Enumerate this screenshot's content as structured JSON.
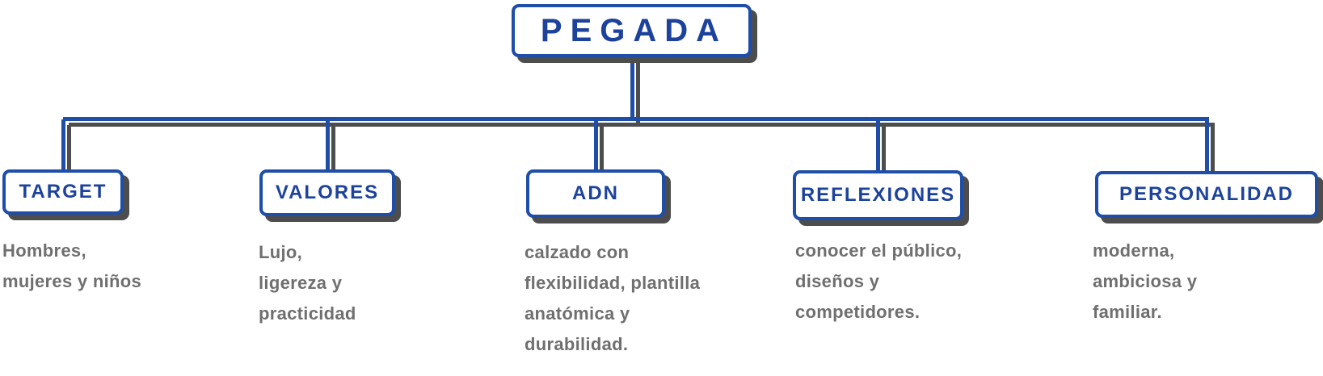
{
  "root": {
    "label": "PEGADA"
  },
  "nodes": [
    {
      "label": "TARGET",
      "description": "Hombres,\nmujeres y niños"
    },
    {
      "label": "VALORES",
      "description": "Lujo,\nligereza y\npracticidad"
    },
    {
      "label": "ADN",
      "description": "calzado con\nflexibilidad, plantilla\nanatómica y\ndurabilidad."
    },
    {
      "label": "REFLEXIONES",
      "description": "conocer el público,\ndiseños y\ncompetidores."
    },
    {
      "label": "PERSONALIDAD",
      "description": "moderna,\nambiciosa y\nfamiliar."
    }
  ],
  "colors": {
    "line_and_border_blue": "#1e4ea8",
    "label_blue": "#1c429c",
    "description_gray": "#6f6f6f",
    "shadow_gray": "#4d4d4d",
    "background": "#ffffff"
  }
}
